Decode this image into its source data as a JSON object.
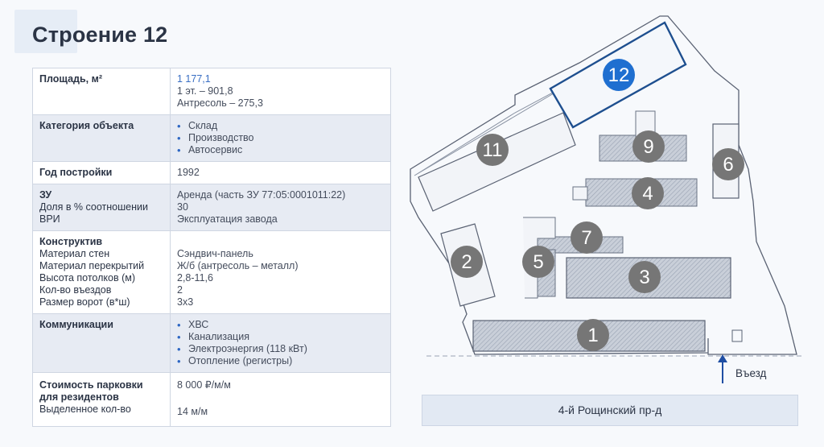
{
  "title": "Строение 12",
  "rows": [
    {
      "labels": [
        "Площадь, м²"
      ],
      "values": [
        "1 177,1",
        "1 эт. – 901,8",
        "Антресоль – 275,3"
      ],
      "bullets": false,
      "alt": false
    },
    {
      "labels": [
        "Категория объекта"
      ],
      "values": [
        "Склад",
        "Производство",
        "Автосервис"
      ],
      "bullets": true,
      "alt": true
    },
    {
      "labels": [
        "Год постройки"
      ],
      "values": [
        "1992"
      ],
      "bullets": false,
      "alt": false
    },
    {
      "labels": [
        "ЗУ",
        "Доля в % соотношении",
        "ВРИ"
      ],
      "values": [
        "Аренда (часть ЗУ 77:05:0001011:22)",
        "30",
        "Эксплуатация завода"
      ],
      "bullets": false,
      "alt": true
    },
    {
      "labels": [
        "Конструктив",
        "Материал стен",
        "Материал перекрытий",
        "Высота потолков (м)",
        "Кол-во въездов",
        "Размер ворот (в*ш)"
      ],
      "values": [
        "",
        "Сэндвич-панель",
        "Ж/б (антресоль – металл)",
        "2,8-11,6",
        "2",
        "3х3"
      ],
      "bullets": false,
      "alt": false
    },
    {
      "labels": [
        "Коммуникации"
      ],
      "values": [
        "ХВС",
        "Канализация",
        "Электроэнергия (118 кВт)",
        "Отопление (регистры)"
      ],
      "bullets": true,
      "alt": true
    },
    {
      "labels": [
        "Стоимость парковки",
        "для резидентов",
        "Выделенное  кол-во"
      ],
      "values": [
        "8 000 ₽/м/м",
        "",
        "14 м/м"
      ],
      "bullets": false,
      "alt": false
    }
  ],
  "map": {
    "buildings": [
      {
        "num": "12",
        "selected": true
      },
      {
        "num": "11",
        "selected": false
      },
      {
        "num": "9",
        "selected": false
      },
      {
        "num": "6",
        "selected": false
      },
      {
        "num": "4",
        "selected": false
      },
      {
        "num": "7",
        "selected": false
      },
      {
        "num": "2",
        "selected": false
      },
      {
        "num": "5",
        "selected": false
      },
      {
        "num": "3",
        "selected": false
      },
      {
        "num": "1",
        "selected": false
      }
    ],
    "street": "4-й Рощинский пр-д",
    "entry": "Въезд"
  },
  "colors": {
    "accent": "#1f6fd0",
    "marker": "#767676",
    "outline": "#3d4a63"
  }
}
